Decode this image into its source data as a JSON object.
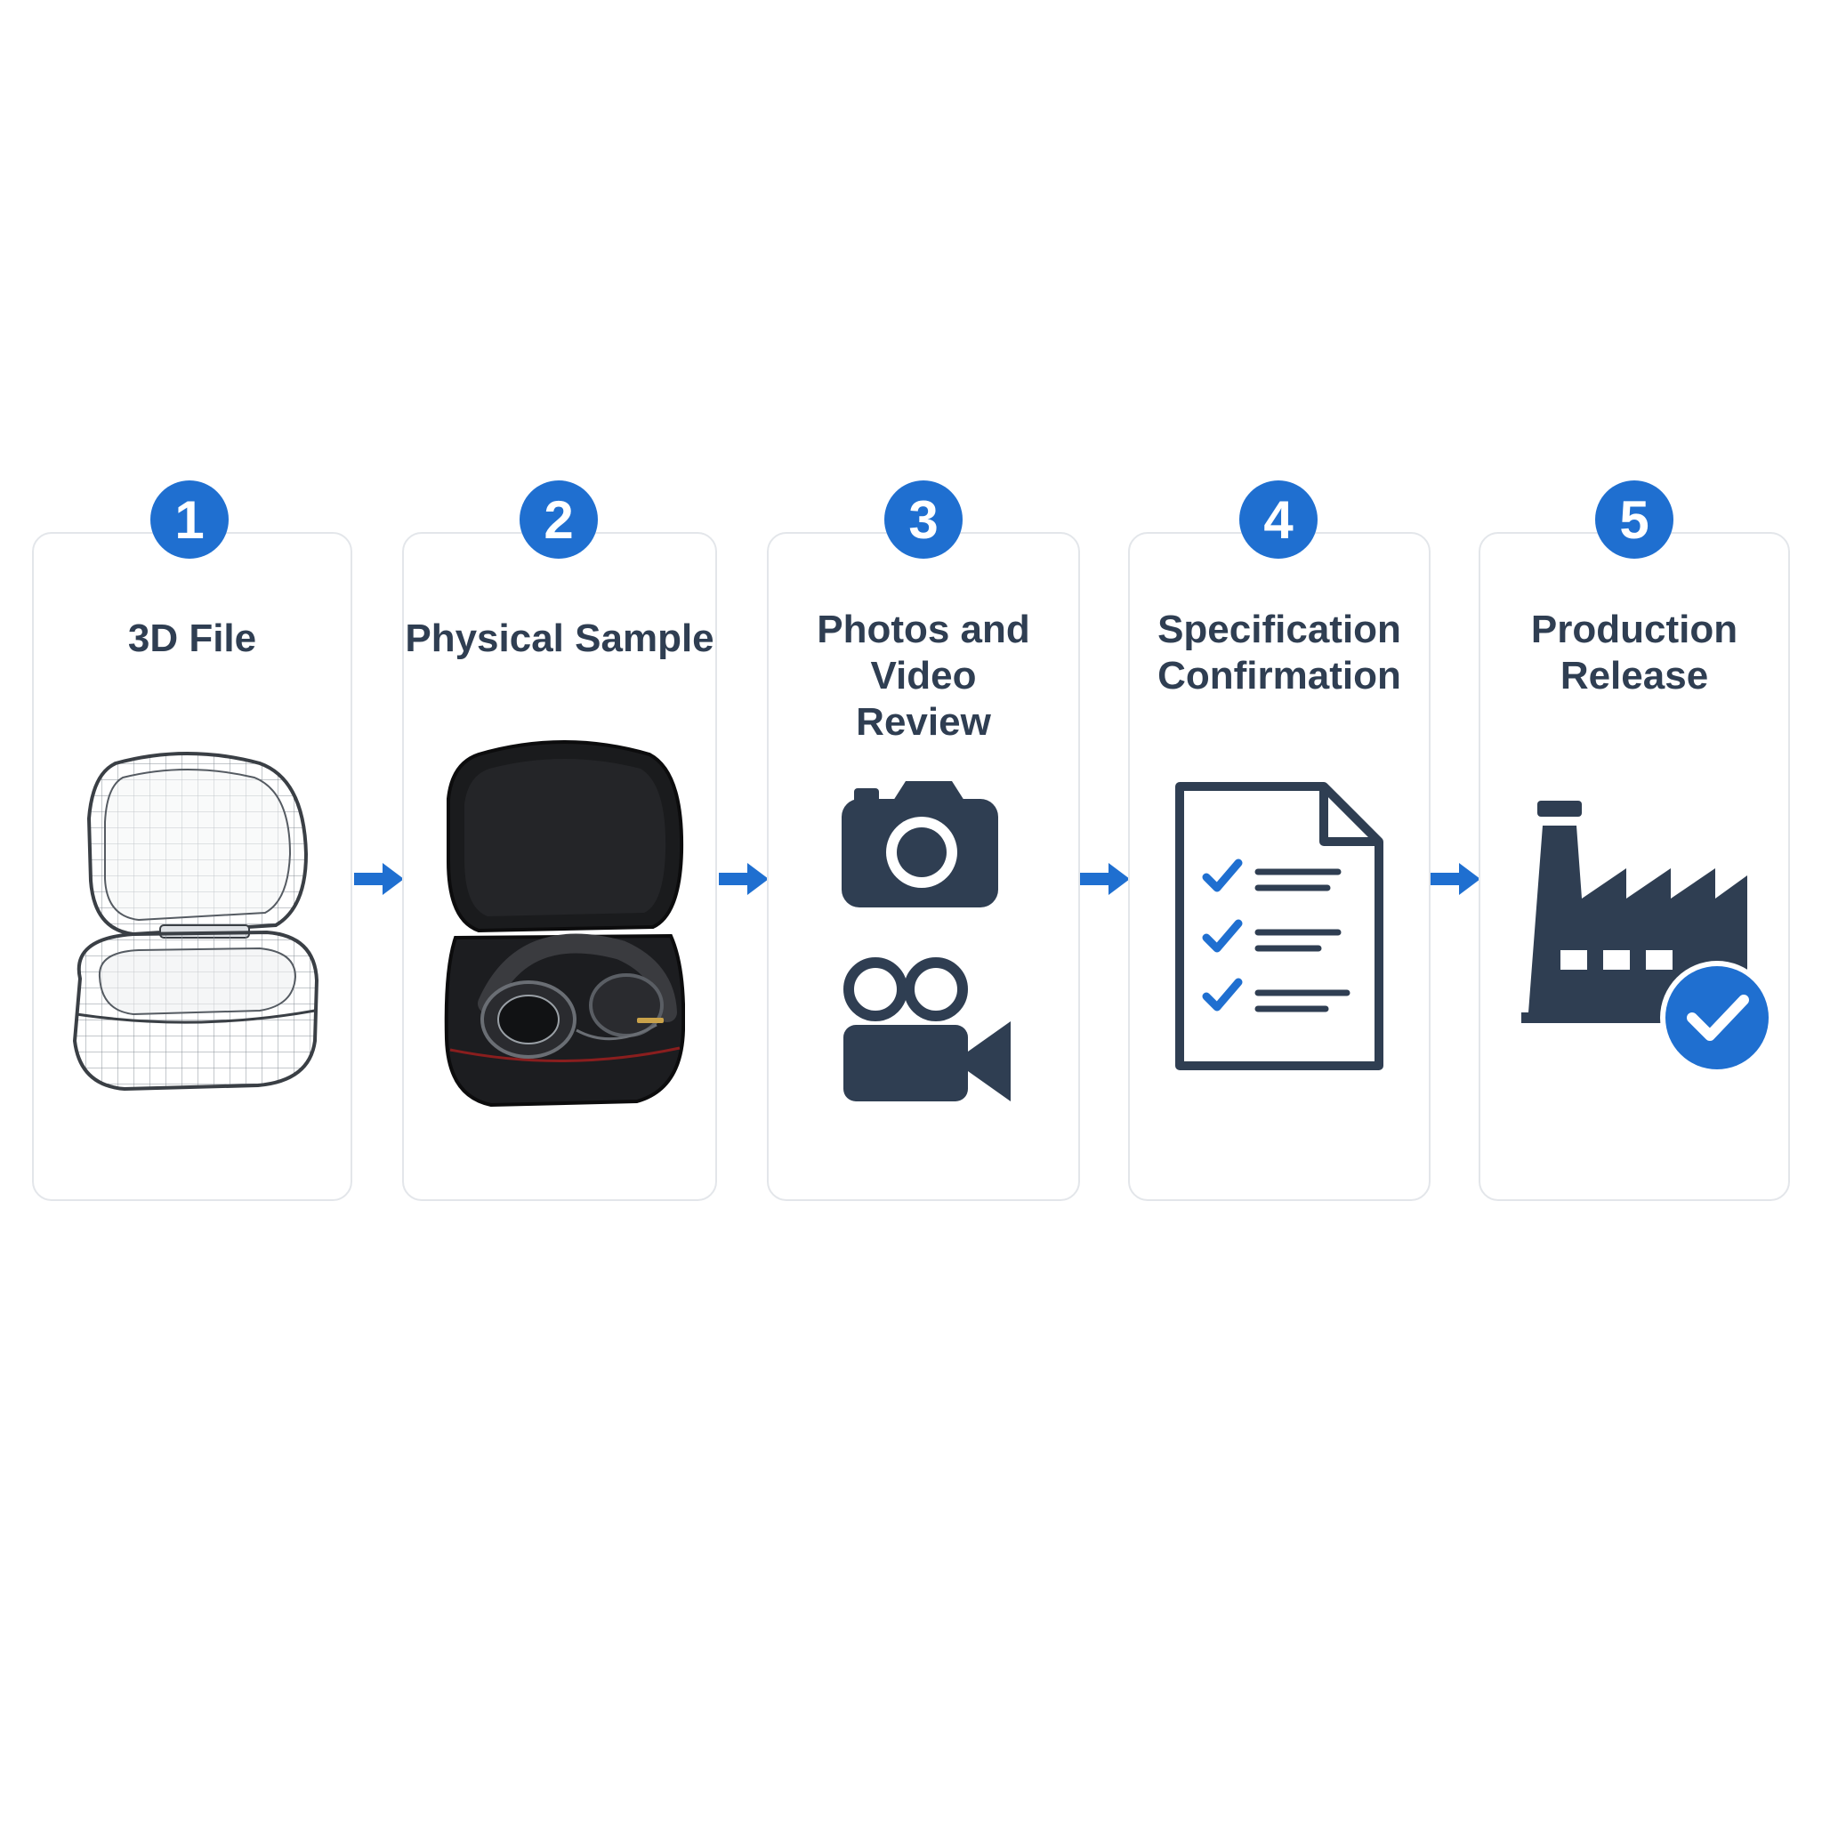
{
  "steps": [
    {
      "number": "1",
      "title": "3D File",
      "icon": "wireframe-case-icon"
    },
    {
      "number": "2",
      "title": "Physical Sample",
      "icon": "headphone-case-photo-icon"
    },
    {
      "number": "3",
      "title": "Photos and Video Review",
      "icon": "camera-and-video-camera-icon"
    },
    {
      "number": "4",
      "title": "Specification Confirmation",
      "icon": "checklist-document-icon"
    },
    {
      "number": "5",
      "title": "Production Release",
      "icon": "factory-check-icon"
    }
  ],
  "colors": {
    "accent": "#1f6fd0",
    "icon": "#2f3e52",
    "card_border": "#e3e6ea"
  }
}
